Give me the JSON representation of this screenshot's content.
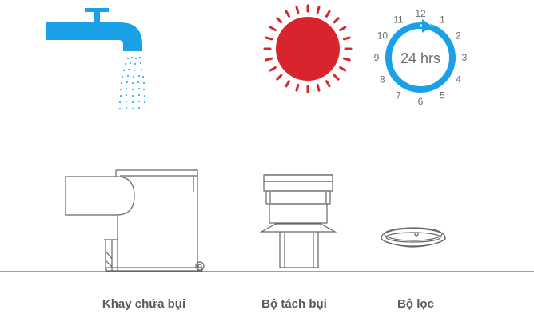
{
  "colors": {
    "water": "#1aa0e6",
    "sun": "#d9232d",
    "line": "#666666"
  },
  "icons": {
    "tap": "water-tap-icon",
    "sun": "sun-icon",
    "clock": "clock-24hrs-icon",
    "dust_bin": "dust-bin-illustration",
    "separator": "dust-separator-illustration",
    "filter": "filter-illustration"
  },
  "clock": {
    "center_text": "24 hrs",
    "numbers": [
      "12",
      "1",
      "2",
      "3",
      "4",
      "5",
      "6",
      "7",
      "8",
      "9",
      "10",
      "11"
    ]
  },
  "labels": {
    "dust_bin": "Khay chứa bụi",
    "separator": "Bộ tách bụi",
    "filter": "Bộ lọc"
  }
}
